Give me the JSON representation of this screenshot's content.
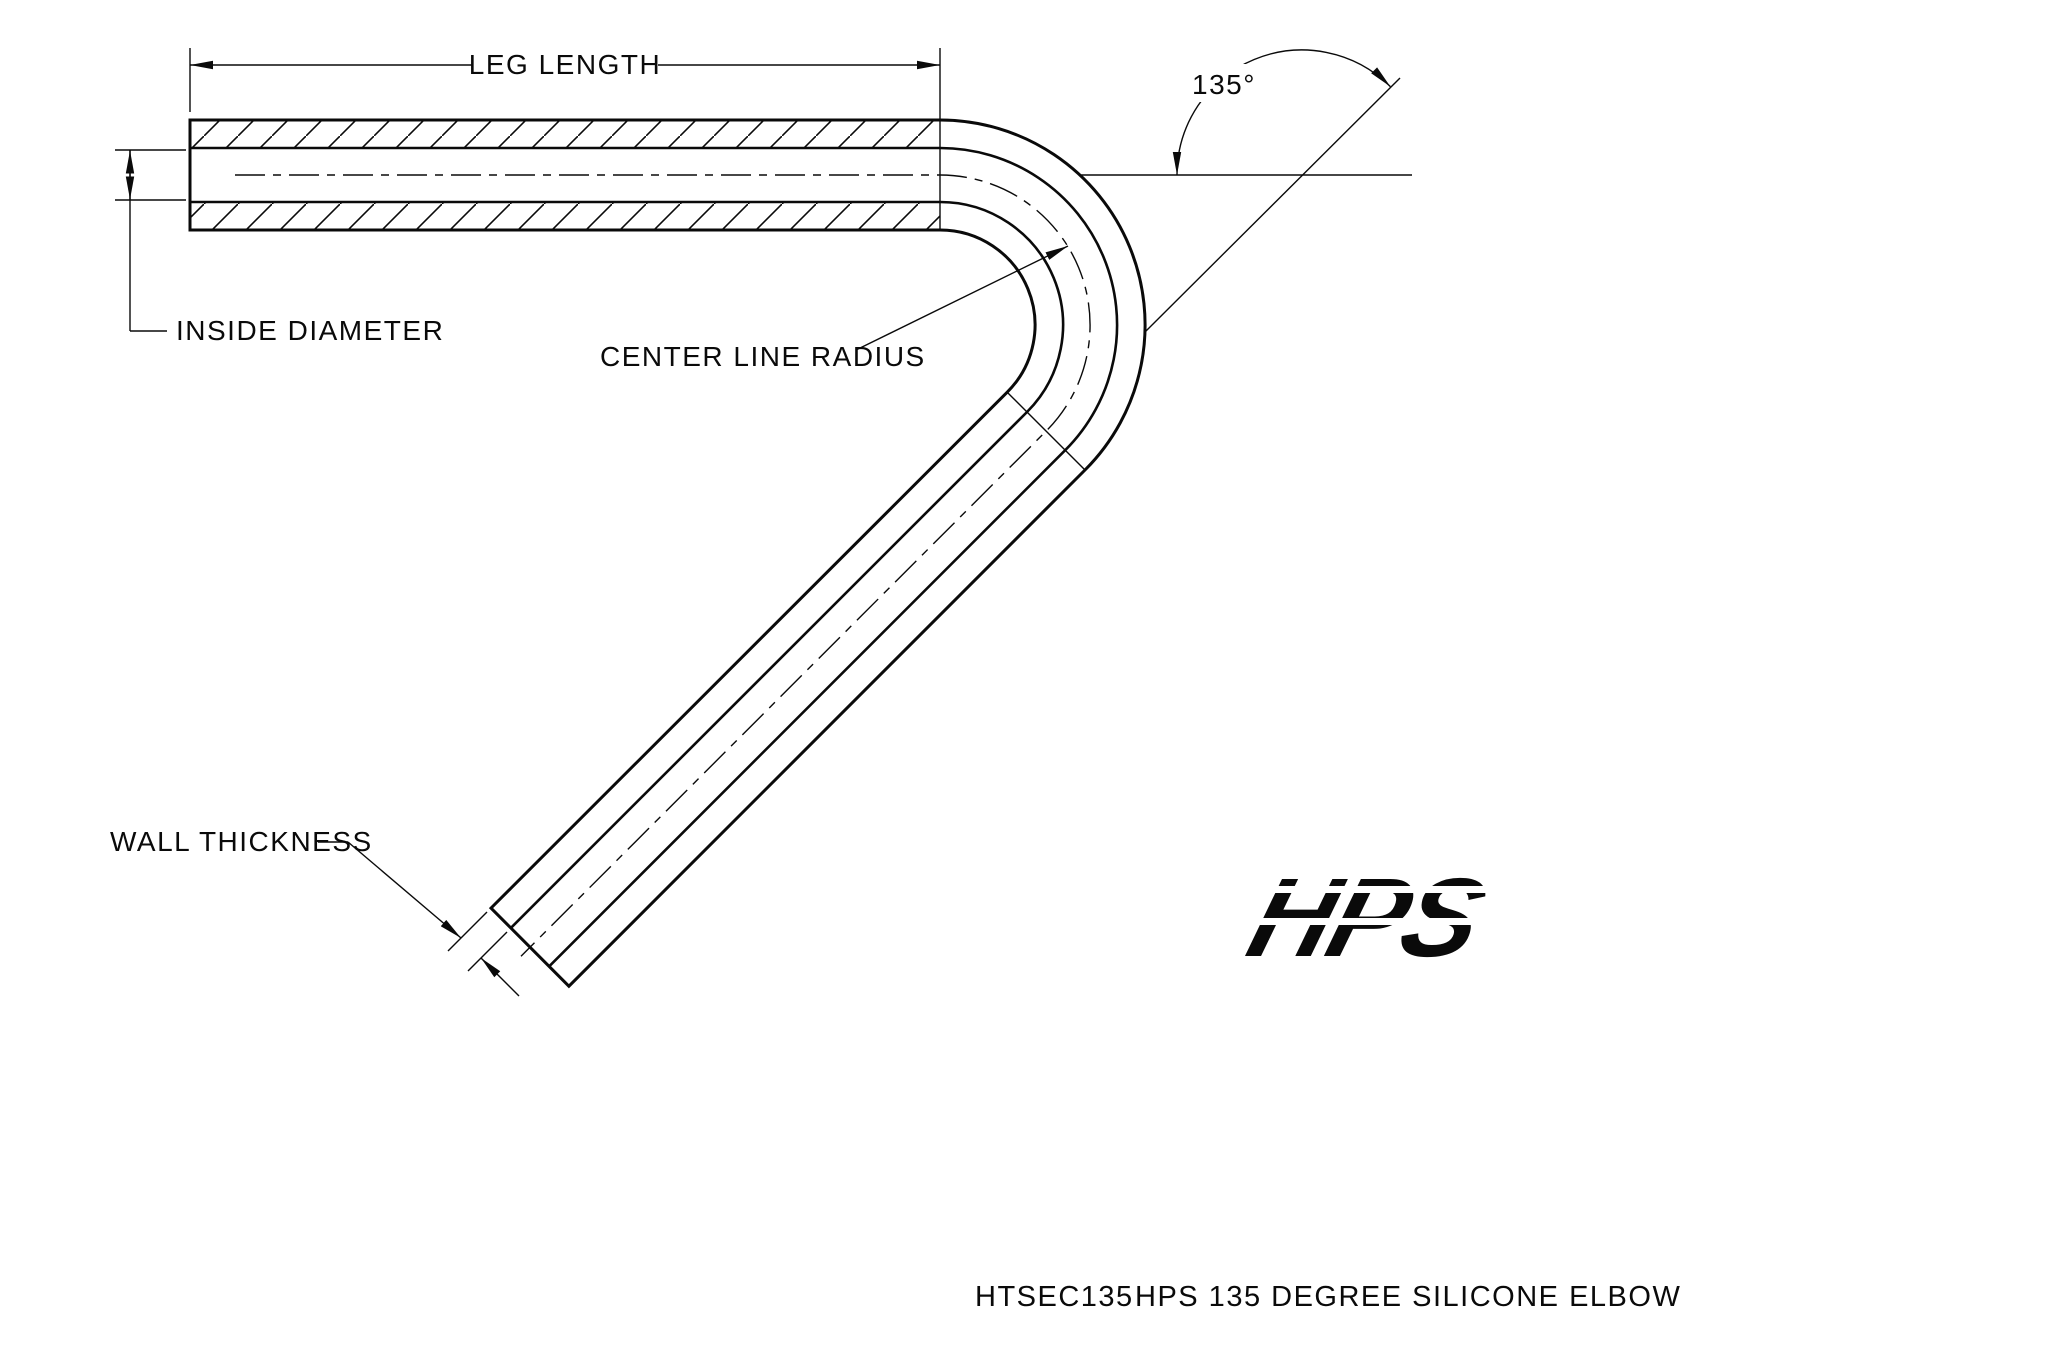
{
  "page": {
    "background": "#ffffff",
    "line_color": "#0a0a0a"
  },
  "labels": {
    "leg_length": "LEG LENGTH",
    "angle": "135°",
    "inside_diameter": "INSIDE DIAMETER",
    "center_line_radius": "CENTER LINE RADIUS",
    "wall_thickness": "WALL THICKNESS"
  },
  "footer": {
    "logo": "HPS",
    "part_number": "HTSEC135",
    "title": "HPS 135 DEGREE SILICONE ELBOW"
  }
}
